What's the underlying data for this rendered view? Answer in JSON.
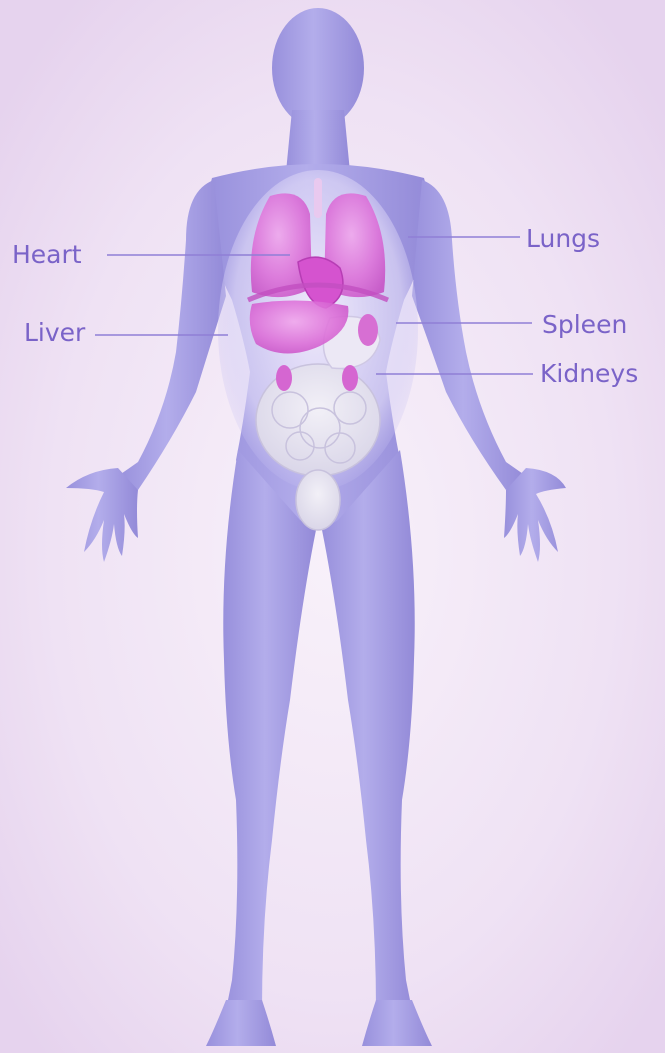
{
  "labels": {
    "heart": "Heart",
    "liver": "Liver",
    "lungs": "Lungs",
    "spleen": "Spleen",
    "kidneys": "Kidneys"
  },
  "colors": {
    "background": "#efe3f4",
    "body": "#aaa3e6",
    "organs": "#d55fd0",
    "label_text": "#7a63c8",
    "leader_line": "#8f7fd6"
  }
}
